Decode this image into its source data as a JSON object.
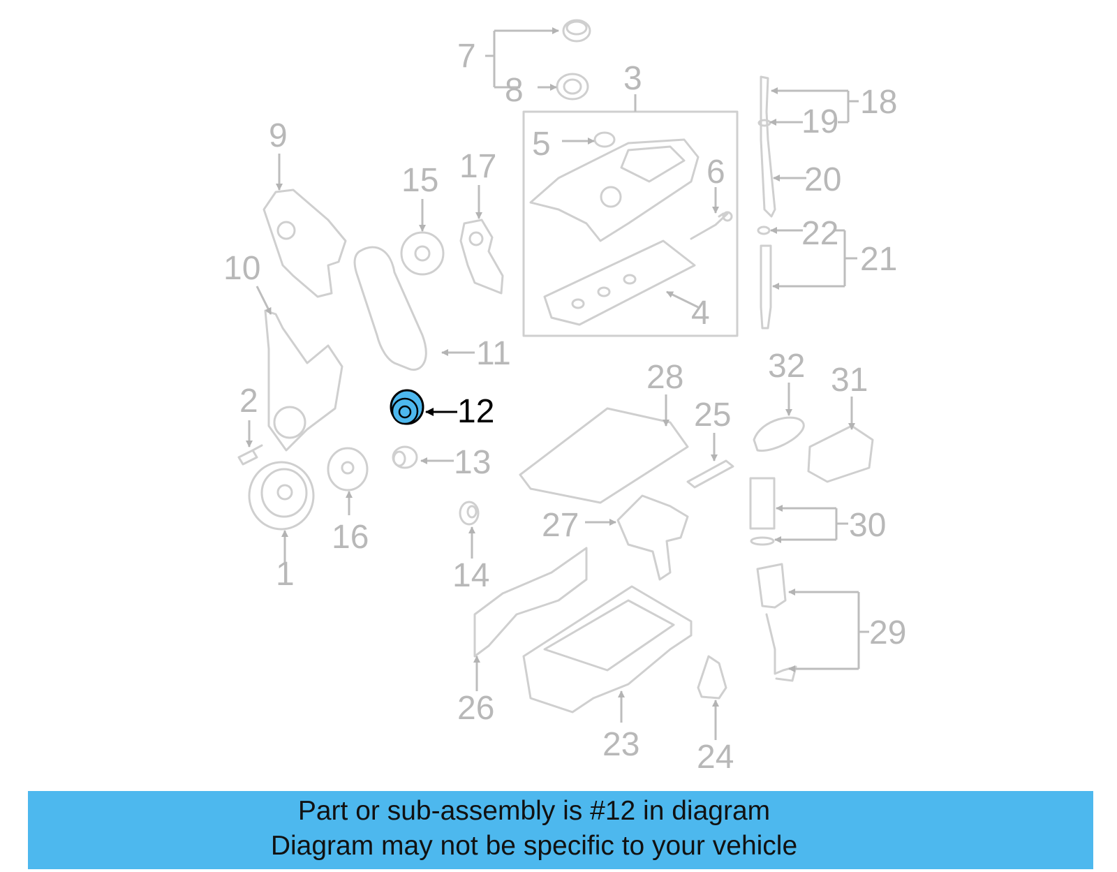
{
  "highlight": {
    "part": "12",
    "color": "#4db8ee"
  },
  "caption": {
    "line1": "Part or sub-assembly is #12 in diagram",
    "line2": "Diagram may not be specific to your vehicle",
    "background": "#4db8ee"
  },
  "callouts": {
    "n1": "1",
    "n2": "2",
    "n3": "3",
    "n4": "4",
    "n5": "5",
    "n6": "6",
    "n7": "7",
    "n8": "8",
    "n9": "9",
    "n10": "10",
    "n11": "11",
    "n12": "12",
    "n13": "13",
    "n14": "14",
    "n15": "15",
    "n16": "16",
    "n17": "17",
    "n18": "18",
    "n19": "19",
    "n20": "20",
    "n21": "21",
    "n22": "22",
    "n23": "23",
    "n24": "24",
    "n25": "25",
    "n26": "26",
    "n27": "27",
    "n28": "28",
    "n29": "29",
    "n30": "30",
    "n31": "31",
    "n32": "32"
  }
}
